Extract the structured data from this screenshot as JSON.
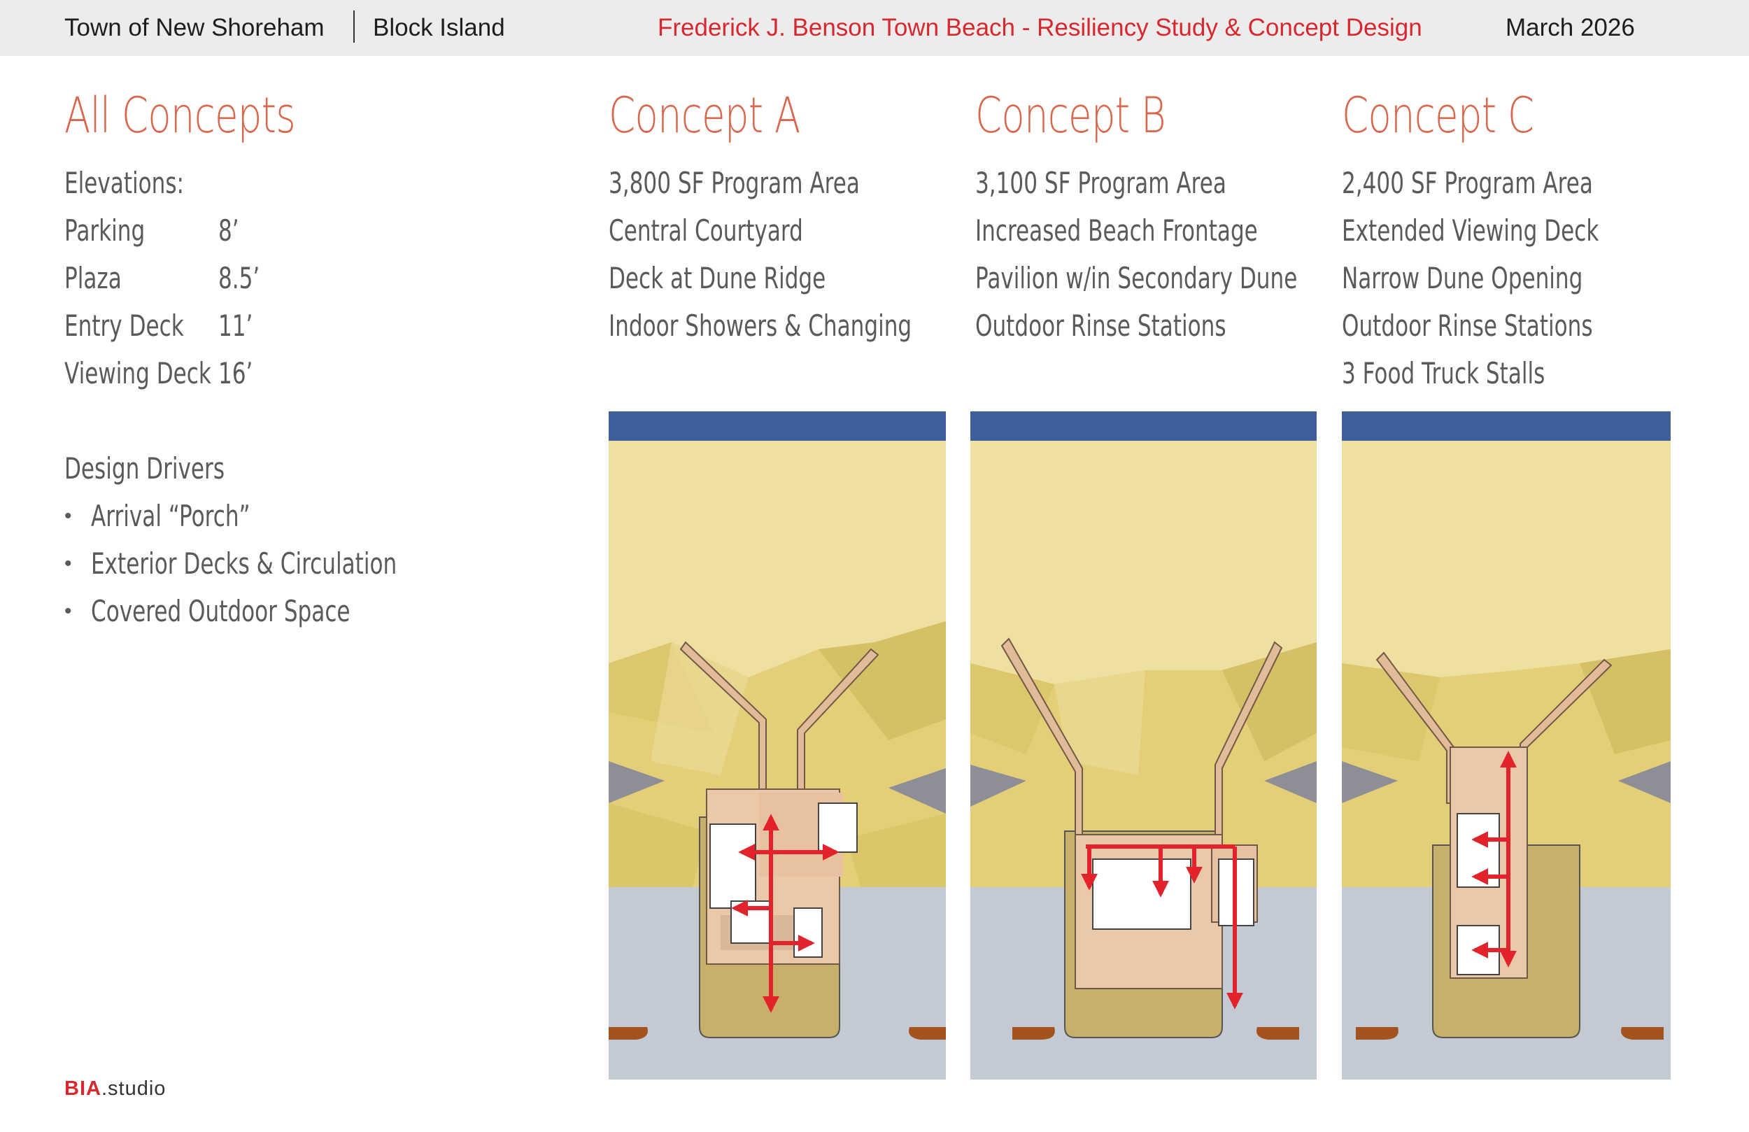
{
  "header": {
    "town": "Town of New Shoreham",
    "island": "Block Island",
    "project_title": "Frederick J. Benson Town Beach - Resiliency Study & Concept Design",
    "date": "March 2026"
  },
  "all_concepts": {
    "title": "All Concepts",
    "elevations_label": "Elevations:",
    "elevations": [
      {
        "label": "Parking",
        "value": "8’"
      },
      {
        "label": "Plaza",
        "value": "8.5’"
      },
      {
        "label": "Entry Deck",
        "value": "11’"
      },
      {
        "label": "Viewing Deck",
        "value": "16’"
      }
    ],
    "design_drivers_label": "Design Drivers",
    "design_drivers": [
      "Arrival “Porch”",
      "Exterior Decks & Circulation",
      "Covered Outdoor Space"
    ]
  },
  "concepts": [
    {
      "title": "Concept A",
      "items": [
        "3,800 SF Program Area",
        "Central Courtyard",
        "Deck at Dune Ridge",
        "Indoor Showers & Changing"
      ]
    },
    {
      "title": "Concept B",
      "items": [
        "3,100 SF Program Area",
        "Increased Beach Frontage",
        "Pavilion w/in Secondary Dune",
        "Outdoor Rinse Stations"
      ]
    },
    {
      "title": "Concept C",
      "items": [
        "2,400 SF Program Area",
        "Extended Viewing Deck",
        "Narrow Dune Opening",
        "Outdoor Rinse Stations",
        "3 Food Truck Stalls"
      ]
    }
  ],
  "footer": {
    "logo_bold": "BIA",
    "logo_rest": ".studio"
  },
  "colors": {
    "accent_red": "#d9272e",
    "title_orange": "#d9674e",
    "ocean": "#3f5f9c",
    "sand": "#ede0a0",
    "parking": "#c4cad4",
    "arrow": "#e3232b"
  }
}
